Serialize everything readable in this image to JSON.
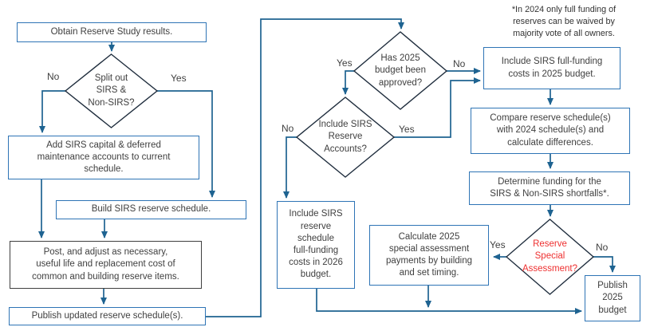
{
  "diagram_title": "SIRS reserve budgeting flowchart",
  "colors": {
    "box_border_blue": "#2e74b5",
    "box_border_dark": "#3f3f3f",
    "connector_blue": "#1e6391",
    "diamond_stroke": "#1f2d3d",
    "text": "#3f3f3f",
    "alert_red": "#ee3030"
  },
  "annotation": "*In 2024 only full funding of\nreserves can be waived by\nmajority vote of all owners.",
  "nodes": {
    "obtain": {
      "label": "Obtain Reserve Study results."
    },
    "split": {
      "label": "Split out\nSIRS &\nNon-SIRS?"
    },
    "add_sirs": {
      "label": "Add SIRS capital & deferred\nmaintenance accounts to current\nschedule."
    },
    "build": {
      "label": "Build SIRS reserve schedule."
    },
    "post": {
      "label": "Post, and adjust as necessary,\nuseful life and replacement cost of\ncommon and building reserve items."
    },
    "publish_updated": {
      "label": "Publish updated reserve schedule(s)."
    },
    "has2025": {
      "label": "Has 2025\nbudget been\napproved?"
    },
    "include_accounts": {
      "label": "Include SIRS\nReserve\nAccounts?"
    },
    "include2025": {
      "label": "Include SIRS full-funding\ncosts in 2025 budget."
    },
    "compare": {
      "label": "Compare reserve schedule(s)\nwith 2024 schedule(s) and\ncalculate differences."
    },
    "determine": {
      "label": "Determine funding for the\nSIRS & Non-SIRS shortfalls*."
    },
    "include2026": {
      "label": "Include SIRS\nreserve\nschedule\nfull-funding\ncosts in 2026\nbudget."
    },
    "calculate": {
      "label": "Calculate 2025\nspecial assessment\npayments by building\nand set timing."
    },
    "special": {
      "label": "Reserve\nSpecial\nAssessment?"
    },
    "publish2025": {
      "label": "Publish\n2025\nbudget"
    }
  },
  "edge_labels": {
    "split_no": "No",
    "split_yes": "Yes",
    "has2025_yes": "Yes",
    "has2025_no": "No",
    "accounts_no": "No",
    "accounts_yes": "Yes",
    "special_yes": "Yes",
    "special_no": "No"
  }
}
